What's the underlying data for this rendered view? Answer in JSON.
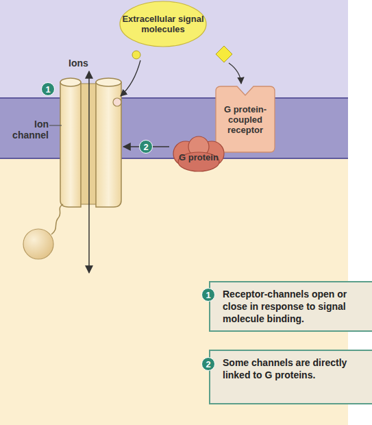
{
  "diagram": {
    "nodes": [
      {
        "text": [
          "Extracellular signal molecules"
        ]
      },
      {
        "text": [
          "Ion channel"
        ]
      },
      {
        "text": [
          "G protein-coupled receptor"
        ]
      },
      {
        "text": [
          "G protein"
        ]
      },
      {
        "text": [
          "Receptor-channels open or close in response to signal molecule binding."
        ]
      },
      {
        "text": [
          "Some channels are directly linked to G proteins."
        ]
      }
    ],
    "edges": [
      {
        "from": 3,
        "to": 1,
        "arrow": "to"
      }
    ],
    "labels": [
      "Ions",
      "1",
      "2",
      "1",
      "2"
    ]
  }
}
